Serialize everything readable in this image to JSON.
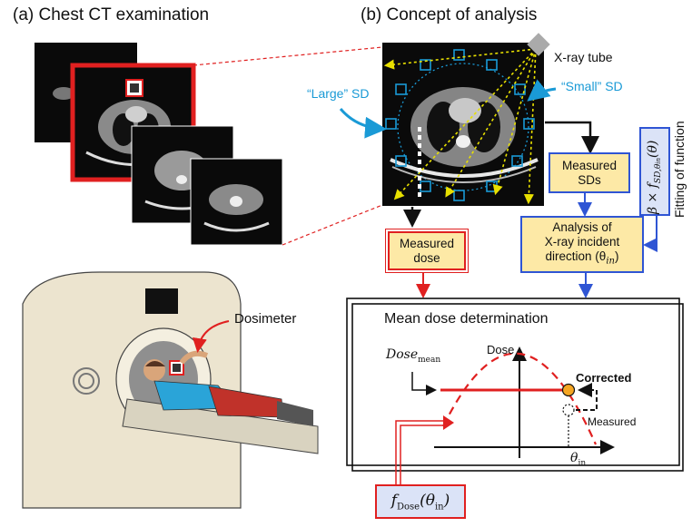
{
  "panel_a": {
    "title": "(a) Chest CT examination",
    "dosimeter_label": "Dosimeter"
  },
  "panel_b": {
    "title": "(b) Concept of analysis",
    "xray_tube_label": "X-ray tube",
    "large_sd_label": "“Large” SD",
    "small_sd_label": "“Small” SD",
    "measured_sds": [
      "Measured",
      "SDs"
    ],
    "measured_dose": [
      "Measured",
      "dose"
    ],
    "analysis": [
      "Analysis of",
      "X-ray incident",
      "direction (θ",
      "in",
      ")"
    ],
    "fit_formula": {
      "prefix": "β × f",
      "sub": "SD,θ",
      "sub2": "in",
      "arg": "(θ)"
    },
    "fitting_label": "Fitting of function",
    "mean_dose_title": "Mean dose determination",
    "dose_mean": {
      "main": "Dose",
      "sub": "mean"
    },
    "dose_axis": "Dose",
    "theta_axis": {
      "main": "θ",
      "sub": "in"
    },
    "corrected_label": "Corrected",
    "measured_label": "Measured",
    "f_dose": {
      "f": "f",
      "sub": "Dose",
      "arg": "(θ",
      "argsub": "in",
      "close": ")"
    }
  },
  "colors": {
    "red": "#e02020",
    "blue": "#2f55d4",
    "cyan": "#1a9ad6",
    "yellow_fill": "#fde9a6",
    "orange_dot": "#f5a623"
  }
}
